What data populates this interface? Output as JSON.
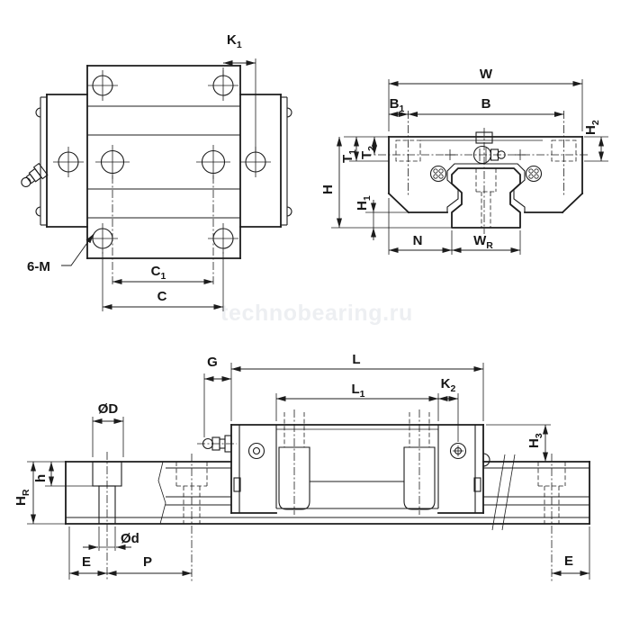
{
  "watermark": "technobearing.ru",
  "colors": {
    "line": "#1c1c1c",
    "background": "#ffffff",
    "watermark": "#edeff2"
  },
  "labels": {
    "k1": {
      "base": "K",
      "sub": "1"
    },
    "c1": {
      "base": "C",
      "sub": "1"
    },
    "c": {
      "base": "C"
    },
    "sixM": {
      "base": "6-M"
    },
    "w": {
      "base": "W"
    },
    "b1": {
      "base": "B",
      "sub": "1"
    },
    "b": {
      "base": "B"
    },
    "h2": {
      "base": "H",
      "sub": "2"
    },
    "t1": {
      "base": "T",
      "sub": "1"
    },
    "t2": {
      "base": "T",
      "sub": "2"
    },
    "h": {
      "base": "H"
    },
    "h1": {
      "base": "H",
      "sub": "1"
    },
    "n": {
      "base": "N"
    },
    "wr": {
      "base": "W",
      "sub": "R"
    },
    "g": {
      "base": "G"
    },
    "l": {
      "base": "L"
    },
    "l1": {
      "base": "L",
      "sub": "1"
    },
    "k2": {
      "base": "K",
      "sub": "2"
    },
    "h3": {
      "base": "H",
      "sub": "3"
    },
    "hr": {
      "base": "H",
      "sub": "R"
    },
    "hSmall": {
      "base": "h"
    },
    "dBig": {
      "base": "ØD"
    },
    "dSmall": {
      "base": "Ød"
    },
    "e": {
      "base": "E"
    },
    "p": {
      "base": "P"
    }
  }
}
